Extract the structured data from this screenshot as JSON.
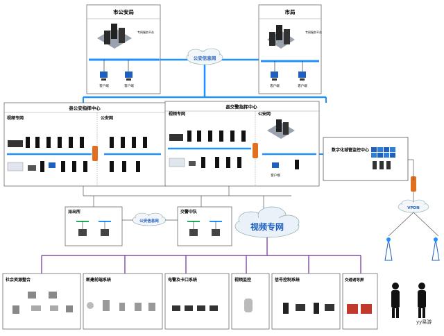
{
  "top_boxes": {
    "city_police": "市公安局",
    "city_bureau": "市局",
    "platform_label": "专网服务平台",
    "client": "客户端"
  },
  "networks": {
    "police_info_net": "公安信息网",
    "video_net": "视频专网",
    "public_net": "公安网",
    "video_private": "视频专网",
    "vpdn": "VPDN"
  },
  "centers": {
    "county_command": "县公安指挥中心",
    "county_traffic": "县交警指挥中心",
    "digital_urban": "数字化城管监控中心"
  },
  "mid_boxes": {
    "patrol": "派出所",
    "traffic_squad": "交警中队"
  },
  "bottom_groups": [
    {
      "key": "social",
      "label": "社会资源整合"
    },
    {
      "key": "new_cam",
      "label": "新建前端系统"
    },
    {
      "key": "police_gate",
      "label": "电警及卡口系统"
    },
    {
      "key": "video_mon",
      "label": "视频监控"
    },
    {
      "key": "signal",
      "label": "信号控制系统"
    },
    {
      "key": "guide",
      "label": "交通诱导屏"
    }
  ],
  "watermark": "yy易游",
  "colors": {
    "backbone": "#1e90ff",
    "purple": "#6a2c91",
    "firewall": "#e07020",
    "cloud_text_blue": "#1e5fbf",
    "box_border": "#555555"
  }
}
